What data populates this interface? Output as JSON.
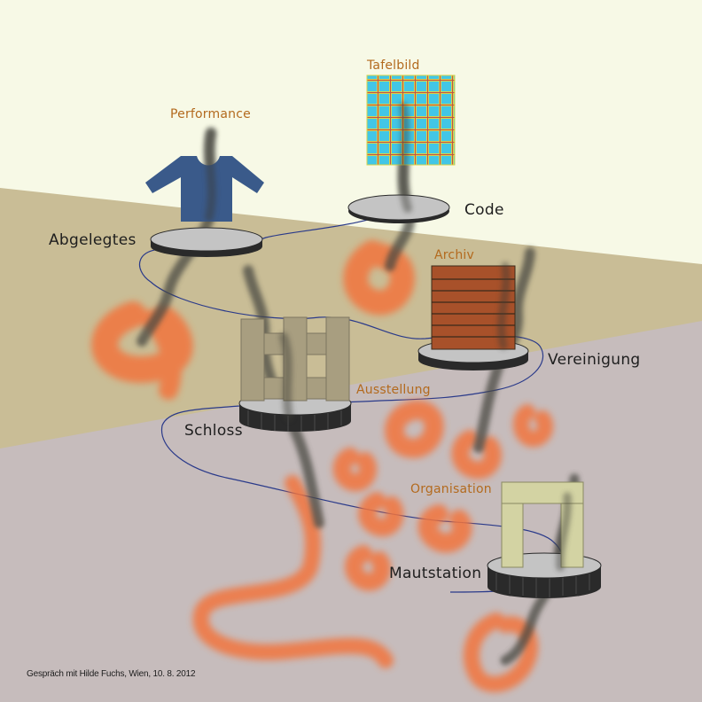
{
  "labels": {
    "performance": "Performance",
    "tafelbild": "Tafelbild",
    "code": "Code",
    "abgelegtes": "Abgelegtes",
    "archiv": "Archiv",
    "vereinigung": "Vereinigung",
    "ausstellung": "Ausstellung",
    "schloss": "Schloss",
    "organisation": "Organisation",
    "mautstation": "Mautstation"
  },
  "caption": "Gespräch mit Hilde Fuchs, Wien, 10. 8. 2012",
  "colors": {
    "sky": "#f7f9e6",
    "upper_ground": "#c9bd96",
    "lower_ground": "#c6bcbc",
    "orange_label": "#b36a1e",
    "orange_smudge": "#f2743c",
    "sweater": "#3a5a8a",
    "archive_wood": "#a8512a",
    "fence": "#a89e80",
    "gate": "#d3d3a3",
    "connector_line": "#2a3a8a",
    "platform_top": "#c4c4c4",
    "platform_side": "#2a2a2a"
  },
  "icons": [
    "sweater-icon",
    "plaid-board-icon",
    "archive-stack-icon",
    "fence-icon",
    "gate-icon"
  ]
}
